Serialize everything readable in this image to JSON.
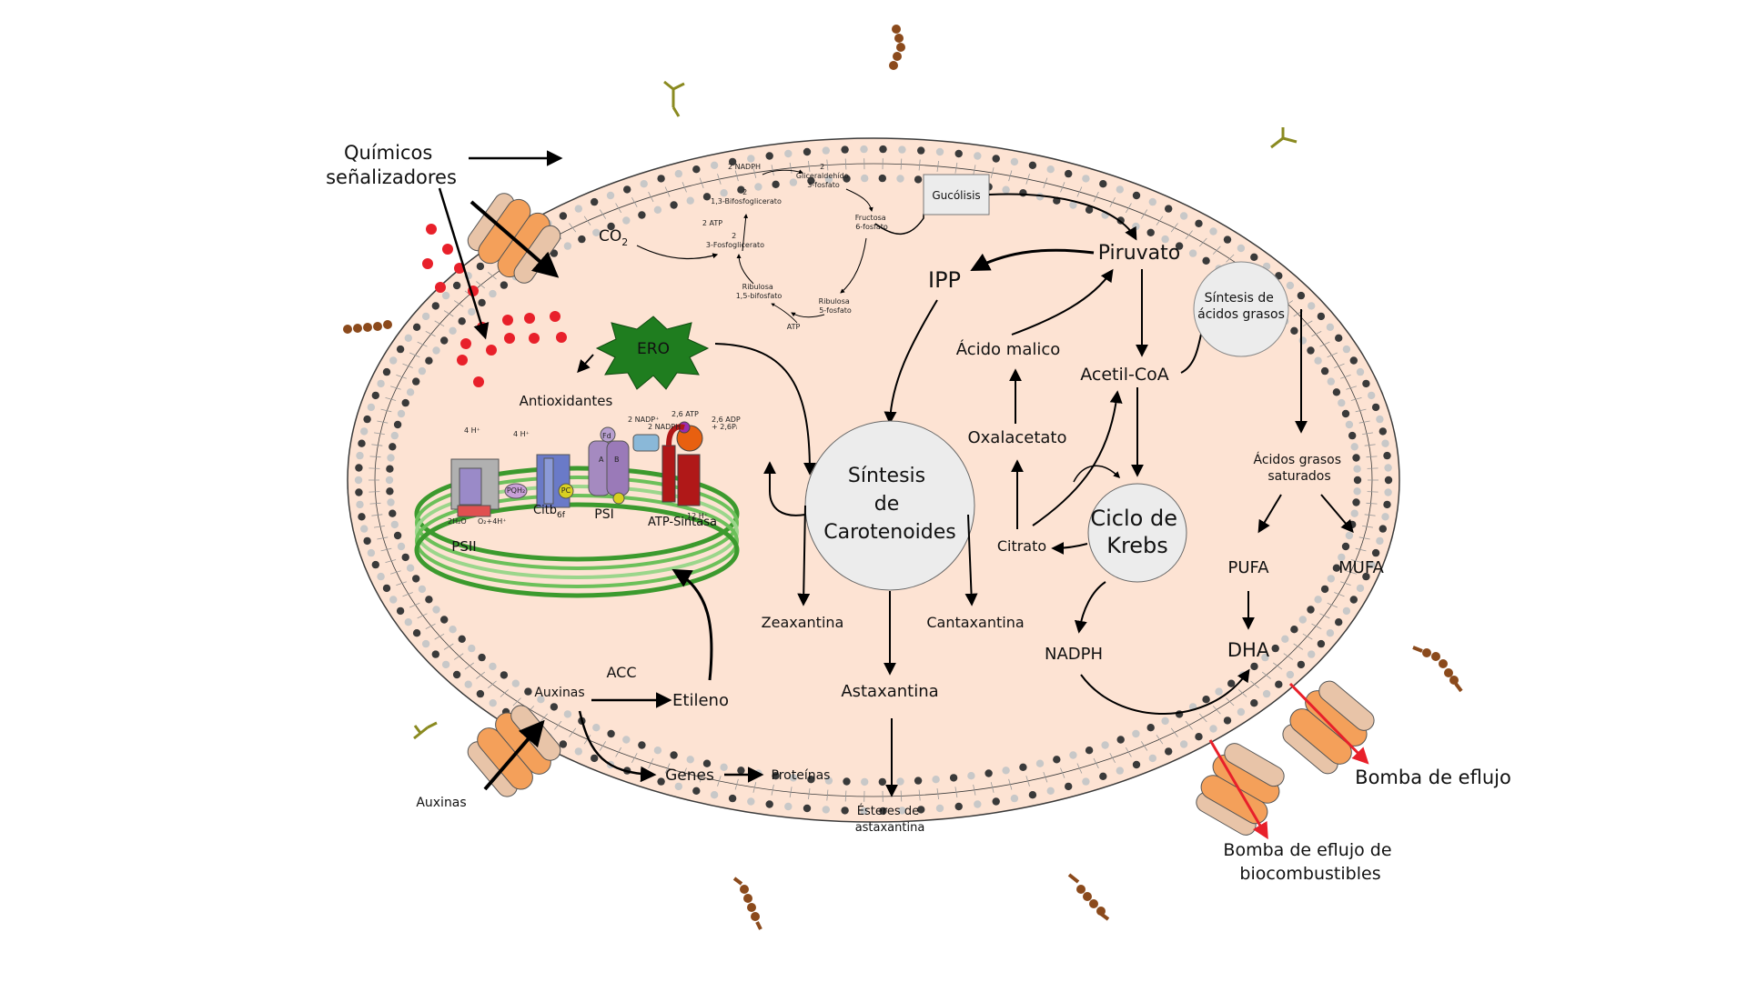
{
  "colors": {
    "cell_fill": "#fde3d3",
    "membrane_dark": "#3a3a3a",
    "membrane_light": "#c8c8c8",
    "node_fill": "#ececec",
    "ero_fill": "#1f7d1f",
    "chloroplast_green": "#3c9a2e",
    "pump_orange": "#f4a05a",
    "pump_tan": "#e8c4a8",
    "ros_red": "#e8202a",
    "efflux_arrow": "#e8202a",
    "strand_brown": "#8b4a1c",
    "strand_olive": "#8a8a20"
  },
  "external": {
    "signal_chemicals": [
      "Químicos",
      "señalizadores"
    ],
    "auxins_outside": "Auxinas",
    "efflux_pump": "Bomba de eflujo",
    "biofuel_pump": [
      "Bomba de eflujo de",
      "biocombustibles"
    ]
  },
  "calvin": {
    "co2": "CO",
    "co2_sub": "2",
    "nadph": "2 NADPH",
    "bisphospho": [
      "2",
      "1,3-Bifosfoglicerato"
    ],
    "atp2": "2 ATP",
    "phospho3": [
      "2",
      "3-Fosfoglicerato"
    ],
    "ribulose15": [
      "Ribulosa",
      "1,5-bifosfato"
    ],
    "atp": "ATP",
    "ribulose5": [
      "Ribulosa",
      "5-fosfato"
    ],
    "fructose": [
      "Fructosa",
      "6-fosfato"
    ],
    "glyceraldehyde": [
      "2",
      "Gliceraldehído",
      "3-fosfato"
    ]
  },
  "nodes": {
    "glucolisis": "Gucólisis",
    "piruvato": "Piruvato",
    "ipp": "IPP",
    "acido_malico": "Ácido malico",
    "acetil_coa": "Acetil-CoA",
    "oxalacetato": "Oxalacetato",
    "citrato": "Citrato",
    "krebs": [
      "Ciclo de",
      "Krebs"
    ],
    "fatty_synth": [
      "Síntesis de",
      "ácidos grasos"
    ],
    "saturated": [
      "Ácidos grasos",
      "saturados"
    ],
    "pufa": "PUFA",
    "mufa": "MUFA",
    "dha": "DHA",
    "nadph": "NADPH",
    "carotenoid": [
      "Síntesis",
      "de",
      "Carotenoides"
    ],
    "zeaxantina": "Zeaxantina",
    "cantaxantina": "Cantaxantina",
    "astaxantina": "Astaxantina",
    "esteres": [
      "Ésteres de",
      "astaxantina"
    ],
    "ero": "ERO",
    "antioxidantes": "Antioxidantes",
    "auxinas": "Auxinas",
    "acc": "ACC",
    "etileno": "Etileno",
    "genes": "Genes",
    "proteinas": "Proteínas"
  },
  "photosynthesis": {
    "h4_a": "4 H⁺",
    "h4_b": "4 H⁺",
    "psii": "PSII",
    "citb": "Citb",
    "citb_sub": "6f",
    "psi": "PSI",
    "atp_synthase": "ATP-Sintasa",
    "fd": "Fd",
    "pc": "PC",
    "pq": "PQH₂",
    "nadp": "2 NADP⁺",
    "nadph_small": "2 NADPH",
    "atp26": "2,6 ATP",
    "adp": [
      "2,6 ADP",
      "+ 2,6Pᵢ"
    ],
    "h2o": "2H₂O",
    "o2": "O₂+4H⁺",
    "h12": "12 H⁺",
    "a": "A",
    "b": "B"
  }
}
